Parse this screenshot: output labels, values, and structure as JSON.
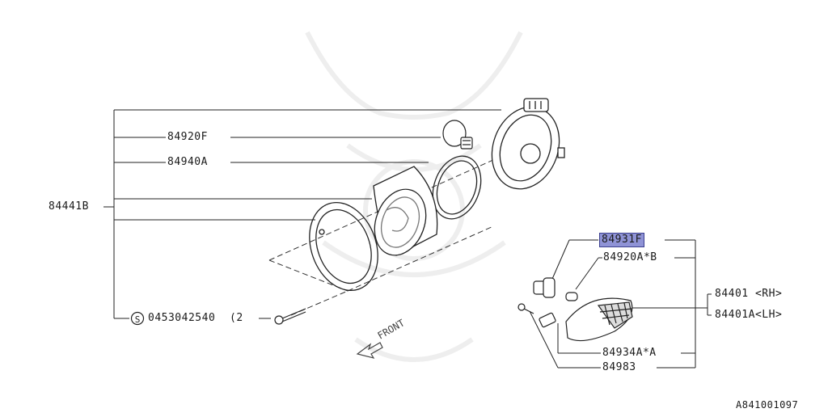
{
  "diagram": {
    "labels": {
      "bulb_84920F": "84920F",
      "gasket_84940A": "84940A",
      "assembly_84441B": "84441B",
      "screw_code": "0453042540",
      "screw_qty": "(2",
      "screw_mark": "S",
      "side_lens_84931F": "84931F",
      "bulb_84920A": "84920A*B",
      "lamp_rh": "84401 <RH>",
      "lamp_lh": "84401A<LH>",
      "holder_84934A": "84934A*A",
      "clip_84983": "84983",
      "front_arrow": "FRONT",
      "figure_id": "A841001097"
    },
    "highlight_color": "#8f93d6"
  }
}
